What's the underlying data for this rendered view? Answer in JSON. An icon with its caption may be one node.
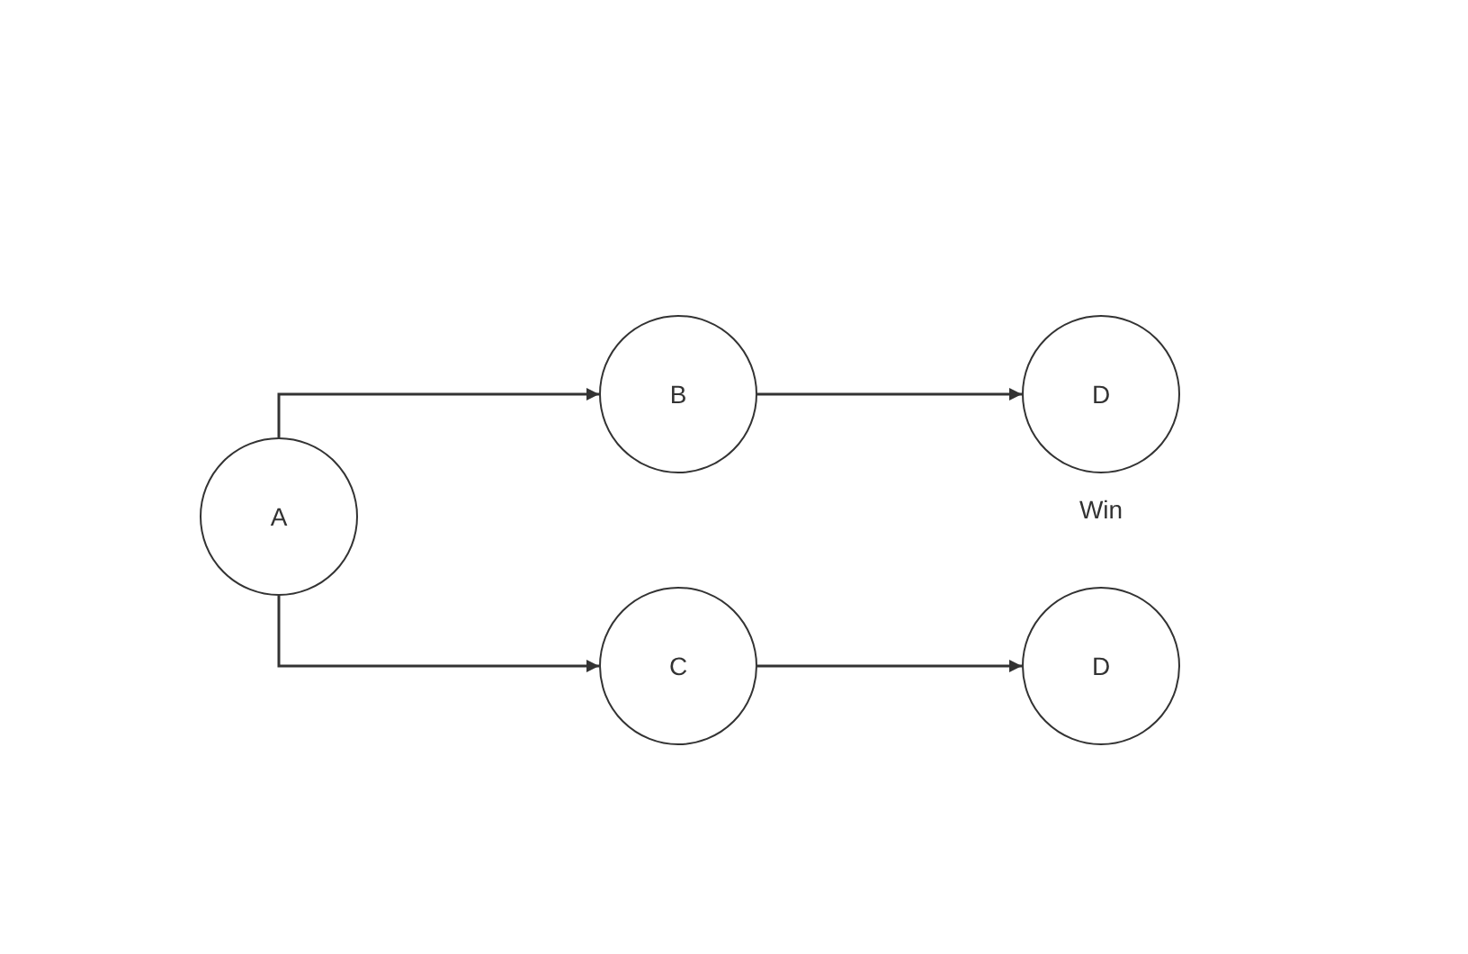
{
  "diagram": {
    "nodes": [
      {
        "text": [
          "A"
        ]
      },
      {
        "text": [
          "B"
        ]
      },
      {
        "text": [
          "C"
        ]
      },
      {
        "text": [
          "D"
        ],
        "beside": [
          "Win"
        ]
      },
      {
        "text": [
          "D"
        ]
      }
    ],
    "edges": [
      {
        "from": 0,
        "to": 1,
        "arrow": "to"
      },
      {
        "from": 0,
        "to": 2,
        "arrow": "to"
      },
      {
        "from": 1,
        "to": 3,
        "arrow": "to"
      },
      {
        "from": 2,
        "to": 4,
        "arrow": "to"
      }
    ]
  }
}
